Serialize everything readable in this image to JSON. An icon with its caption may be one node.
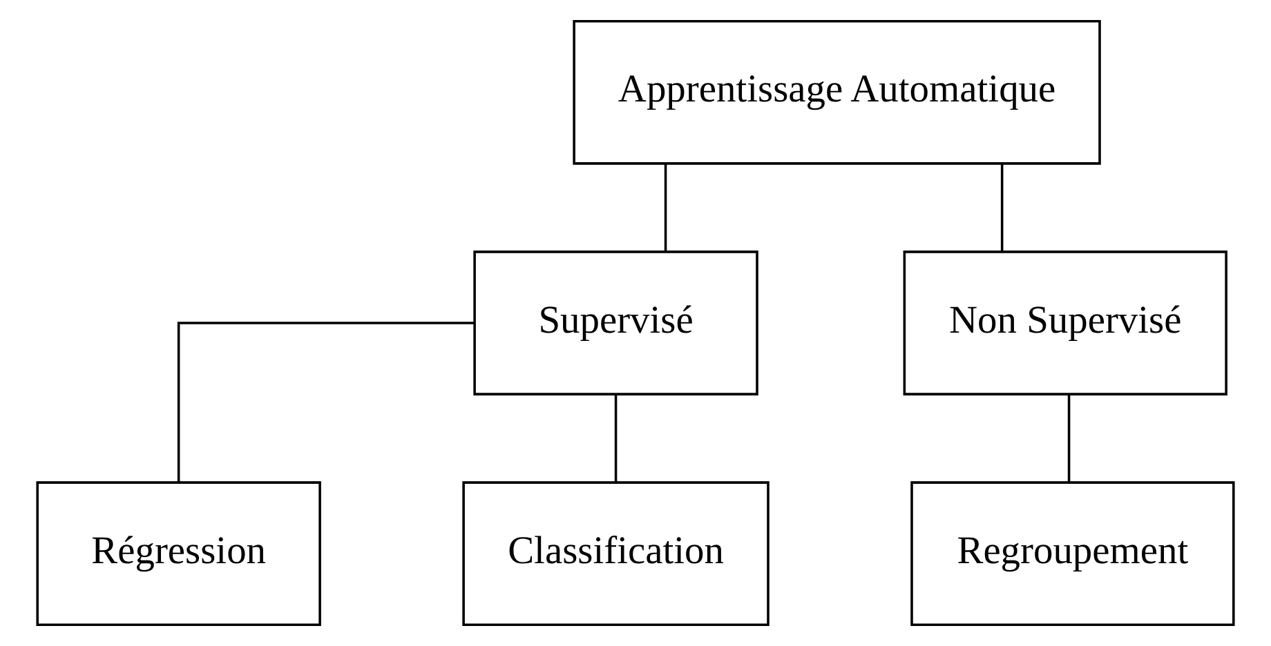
{
  "diagram": {
    "nodes": [
      {
        "text": [
          "Apprentissage Automatique"
        ]
      },
      {
        "text": [
          "Supervisé"
        ]
      },
      {
        "text": [
          "Régression"
        ]
      },
      {
        "text": [
          "Classification"
        ]
      },
      {
        "text": [
          "Non Supervisé"
        ]
      },
      {
        "text": [
          "Regroupement"
        ]
      }
    ],
    "edges": [
      {
        "from": 0,
        "to": 1,
        "arrow": "none"
      },
      {
        "from": 0,
        "to": 4,
        "arrow": "none"
      },
      {
        "from": 1,
        "to": 2,
        "arrow": "none"
      },
      {
        "from": 1,
        "to": 3,
        "arrow": "none"
      },
      {
        "from": 4,
        "to": 5,
        "arrow": "none"
      }
    ]
  }
}
